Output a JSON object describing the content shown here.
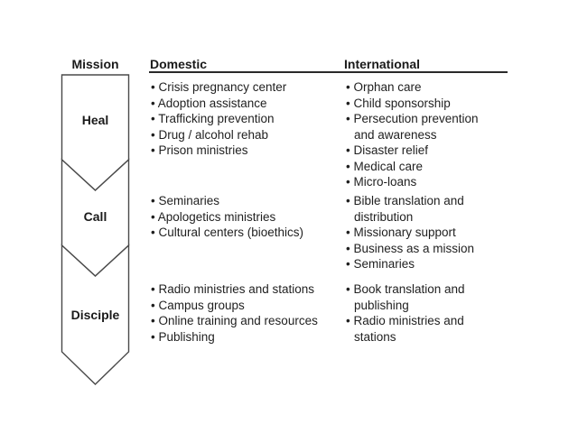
{
  "mission": {
    "header": "Mission",
    "stages": [
      {
        "label": "Heal"
      },
      {
        "label": "Call"
      },
      {
        "label": "Disciple"
      }
    ]
  },
  "table": {
    "bullet_char": "•",
    "headers": {
      "domestic": "Domestic",
      "international": "International"
    },
    "stages": [
      {
        "label": "Heal",
        "domestic": [
          "Crisis pregnancy center",
          "Adoption assistance",
          "Trafficking prevention",
          "Drug / alcohol rehab",
          "Prison ministries"
        ],
        "international": [
          "Orphan care",
          "Child sponsorship",
          "Persecution prevention and awareness",
          "Disaster relief",
          "Medical care",
          "Micro-loans"
        ]
      },
      {
        "label": "Call",
        "domestic": [
          "Seminaries",
          "Apologetics ministries",
          "Cultural centers (bioethics)"
        ],
        "international": [
          "Bible translation and distribution",
          "Missionary support",
          "Business as a mission",
          "Seminaries"
        ]
      },
      {
        "label": "Disciple",
        "domestic": [
          "Radio ministries and stations",
          "Campus groups",
          "Online training and resources",
          "Publishing"
        ],
        "international": [
          "Book translation and publishing",
          "Radio ministries and stations"
        ]
      }
    ]
  },
  "colors": {
    "background": "#ffffff",
    "text": "#1f1f1f",
    "chevron_fill": "#ffffff",
    "chevron_border": "#4a4a4a",
    "underline": "#2a2a2a"
  }
}
